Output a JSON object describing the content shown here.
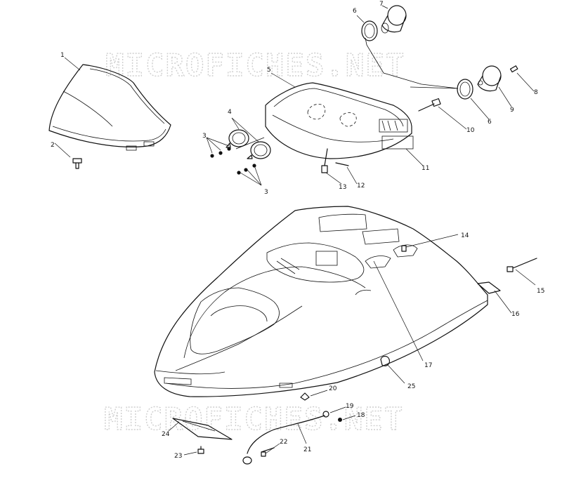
{
  "watermark": {
    "text": "MICROFICHES.NET"
  },
  "callouts": {
    "c1": "1",
    "c2": "2",
    "c3a": "3",
    "c3b": "3",
    "c4": "4",
    "c5": "5",
    "c6a": "6",
    "c6b": "6",
    "c7": "7",
    "c8": "8",
    "c9": "9",
    "c10": "10",
    "c11": "11",
    "c12": "12",
    "c13": "13",
    "c14": "14",
    "c15": "15",
    "c16": "16",
    "c17": "17",
    "c18": "18",
    "c19": "19",
    "c20": "20",
    "c21": "21",
    "c22": "22",
    "c23": "23",
    "c24": "24",
    "c25": "25"
  }
}
